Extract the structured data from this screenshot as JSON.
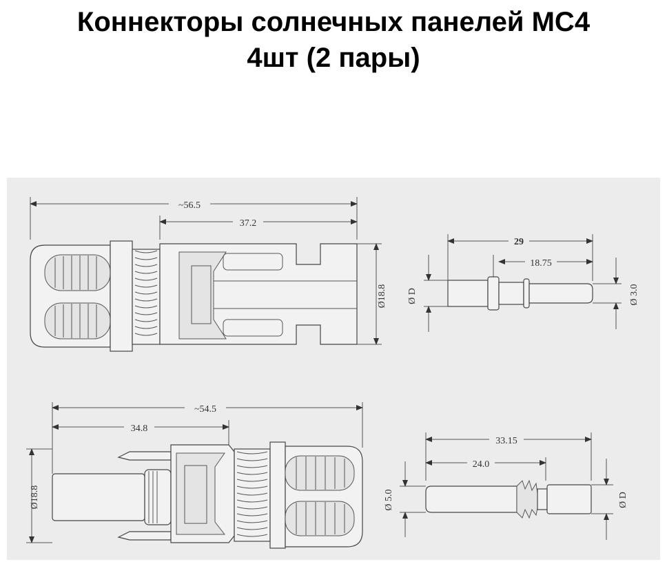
{
  "title": {
    "line1": "Коннекторы солнечных панелей MC4",
    "line2": "4шт (2 пары)"
  },
  "drawing": {
    "top_connector": {
      "overall_length": "~56.5",
      "body_length": "37.2",
      "diameter": "Ø18.8"
    },
    "top_pin": {
      "length": "29",
      "tip_length": "18.75",
      "diameter_left": "Ø D",
      "diameter_right": "Ø 3.0"
    },
    "bottom_connector": {
      "overall_length": "~54.5",
      "body_length": "34.8",
      "diameter": "Ø18.8"
    },
    "bottom_socket": {
      "length": "33.15",
      "body_length": "24.0",
      "diameter_left": "Ø 5.0",
      "diameter_right": "Ø D"
    }
  }
}
